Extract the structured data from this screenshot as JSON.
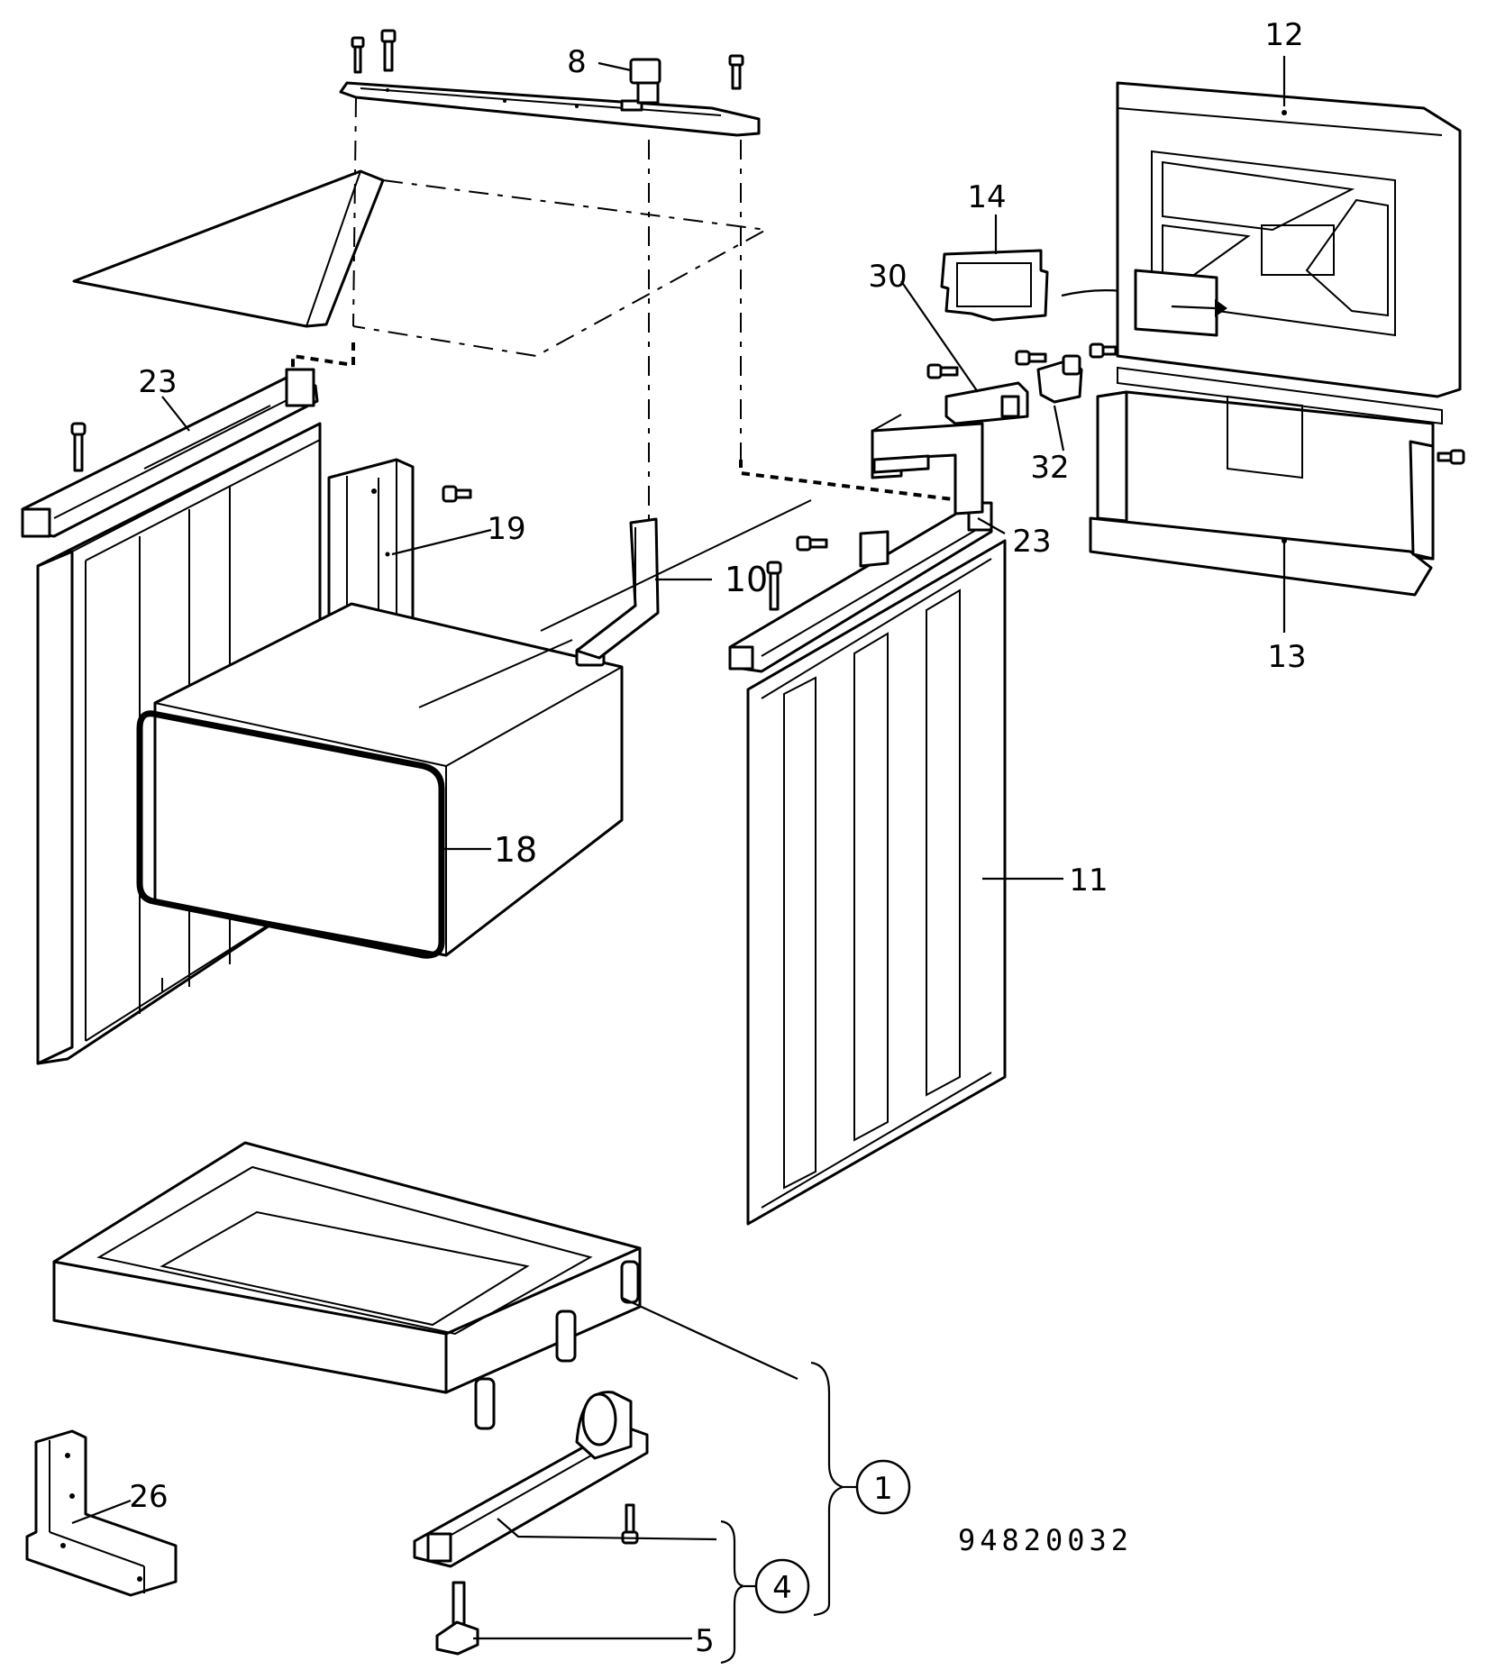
{
  "drawing": {
    "reference_number": "94820032",
    "callouts": [
      {
        "id": "c8",
        "label": "8"
      },
      {
        "id": "c12",
        "label": "12"
      },
      {
        "id": "c14",
        "label": "14"
      },
      {
        "id": "c30",
        "label": "30"
      },
      {
        "id": "c23a",
        "label": "23"
      },
      {
        "id": "c19",
        "label": "19"
      },
      {
        "id": "c10",
        "label": "10"
      },
      {
        "id": "c32",
        "label": "32"
      },
      {
        "id": "c23b",
        "label": "23"
      },
      {
        "id": "c13",
        "label": "13"
      },
      {
        "id": "c18",
        "label": "18"
      },
      {
        "id": "c11",
        "label": "11"
      },
      {
        "id": "c26",
        "label": "26"
      },
      {
        "id": "c1",
        "label": "1"
      },
      {
        "id": "c4",
        "label": "4"
      },
      {
        "id": "c5",
        "label": "5"
      }
    ]
  }
}
